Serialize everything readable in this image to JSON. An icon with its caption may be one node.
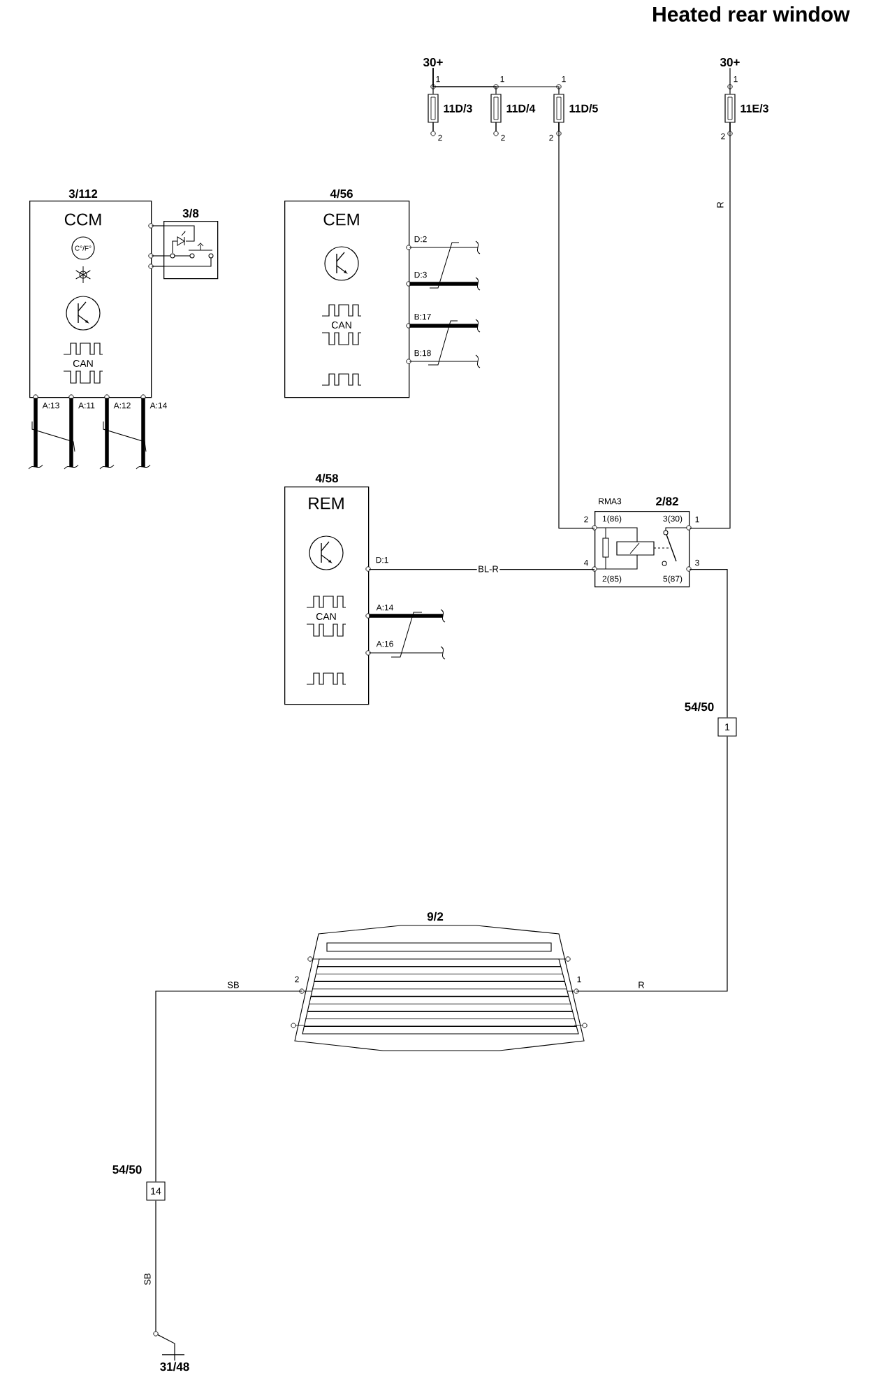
{
  "diagram": {
    "title": "Heated rear window",
    "nodes": [
      {
        "text": [
          "30+"
        ]
      },
      {
        "text": [
          "30+"
        ]
      },
      {
        "text": [
          "11D/3"
        ]
      },
      {
        "text": [
          "11D/4"
        ]
      },
      {
        "text": [
          "11D/5"
        ]
      },
      {
        "text": [
          "11E/3"
        ]
      },
      {
        "text": [
          "3/112",
          "CCM",
          "C°/F°",
          "CAN"
        ]
      },
      {
        "text": [
          "3/8"
        ]
      },
      {
        "text": [
          "4/56",
          "CEM",
          "CAN"
        ]
      },
      {
        "text": [
          "4/58",
          "REM",
          "CAN"
        ]
      },
      {
        "text": [
          "RMA3",
          "2/82"
        ]
      },
      {
        "text": [
          "1"
        ],
        "beside": [
          "54/50"
        ]
      },
      {
        "text": [
          "9/2"
        ]
      },
      {
        "text": [
          "14"
        ],
        "beside": [
          "54/50"
        ]
      },
      {
        "text": [
          "31/48"
        ]
      }
    ],
    "edges": [
      {
        "from": 0,
        "to": 2,
        "arrow": "none"
      },
      {
        "from": 0,
        "to": 3,
        "arrow": "none"
      },
      {
        "from": 0,
        "to": 4,
        "arrow": "none"
      },
      {
        "from": 1,
        "to": 5,
        "arrow": "none"
      },
      {
        "from": 4,
        "to": 10,
        "arrow": "none"
      },
      {
        "from": 5,
        "to": 10,
        "arrow": "none",
        "label": "R"
      },
      {
        "from": 9,
        "to": 10,
        "arrow": "none",
        "label": "BL-R"
      },
      {
        "from": 10,
        "to": 11,
        "arrow": "none"
      },
      {
        "from": 11,
        "to": 12,
        "arrow": "none",
        "label": "R"
      },
      {
        "from": 12,
        "to": 13,
        "arrow": "none",
        "label": "SB"
      },
      {
        "from": 13,
        "to": 14,
        "arrow": "none",
        "label": "SB"
      },
      {
        "from": 6,
        "to": 7,
        "arrow": "none"
      },
      {
        "from": 6,
        "to": 7,
        "arrow": "none"
      },
      {
        "from": 6,
        "to": 7,
        "arrow": "none"
      },
      {
        "from": 6,
        "to": null,
        "arrow": "none",
        "style": "thick"
      },
      {
        "from": 6,
        "to": null,
        "arrow": "none",
        "style": "thick"
      },
      {
        "from": 6,
        "to": null,
        "arrow": "none",
        "style": "thick"
      },
      {
        "from": 6,
        "to": null,
        "arrow": "none",
        "style": "thick"
      },
      {
        "from": 8,
        "to": null,
        "arrow": "none"
      },
      {
        "from": 8,
        "to": null,
        "arrow": "none",
        "style": "thick"
      },
      {
        "from": 8,
        "to": null,
        "arrow": "none",
        "style": "thick"
      },
      {
        "from": 8,
        "to": null,
        "arrow": "none"
      },
      {
        "from": 9,
        "to": null,
        "arrow": "none",
        "style": "thick"
      },
      {
        "from": 9,
        "to": null,
        "arrow": "none"
      }
    ],
    "labels": [
      "1",
      "1",
      "1",
      "1",
      "2",
      "2",
      "2",
      "2",
      "D:2",
      "D:3",
      "B:17",
      "B:18",
      "A:13",
      "A:11",
      "A:12",
      "A:14",
      "2",
      "1(86)",
      "3(30)",
      "1",
      "D:1",
      "4",
      "3",
      "2(85)",
      "5(87)",
      "A:14",
      "A:16",
      "2",
      "1"
    ]
  }
}
